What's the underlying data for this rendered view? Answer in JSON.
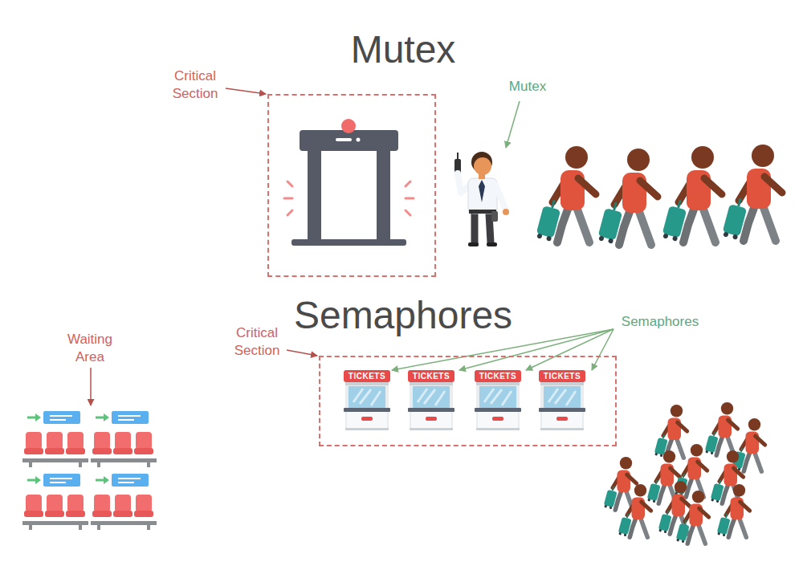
{
  "diagram": {
    "nodes": [
      {
        "text": [
          "Critical Section"
        ]
      },
      {
        "text": [
          "Critical Section"
        ]
      },
      {
        "text": [
          "TICKETS"
        ],
        "in": 1
      },
      {
        "text": [
          "TICKETS"
        ],
        "in": 1
      },
      {
        "text": [
          "TICKETS"
        ],
        "in": 1
      },
      {
        "text": [
          "TICKETS"
        ],
        "in": 1
      }
    ],
    "labels": [
      "Mutex",
      "Mutex",
      "Semaphores",
      "Semaphores",
      "Waiting Area"
    ]
  }
}
